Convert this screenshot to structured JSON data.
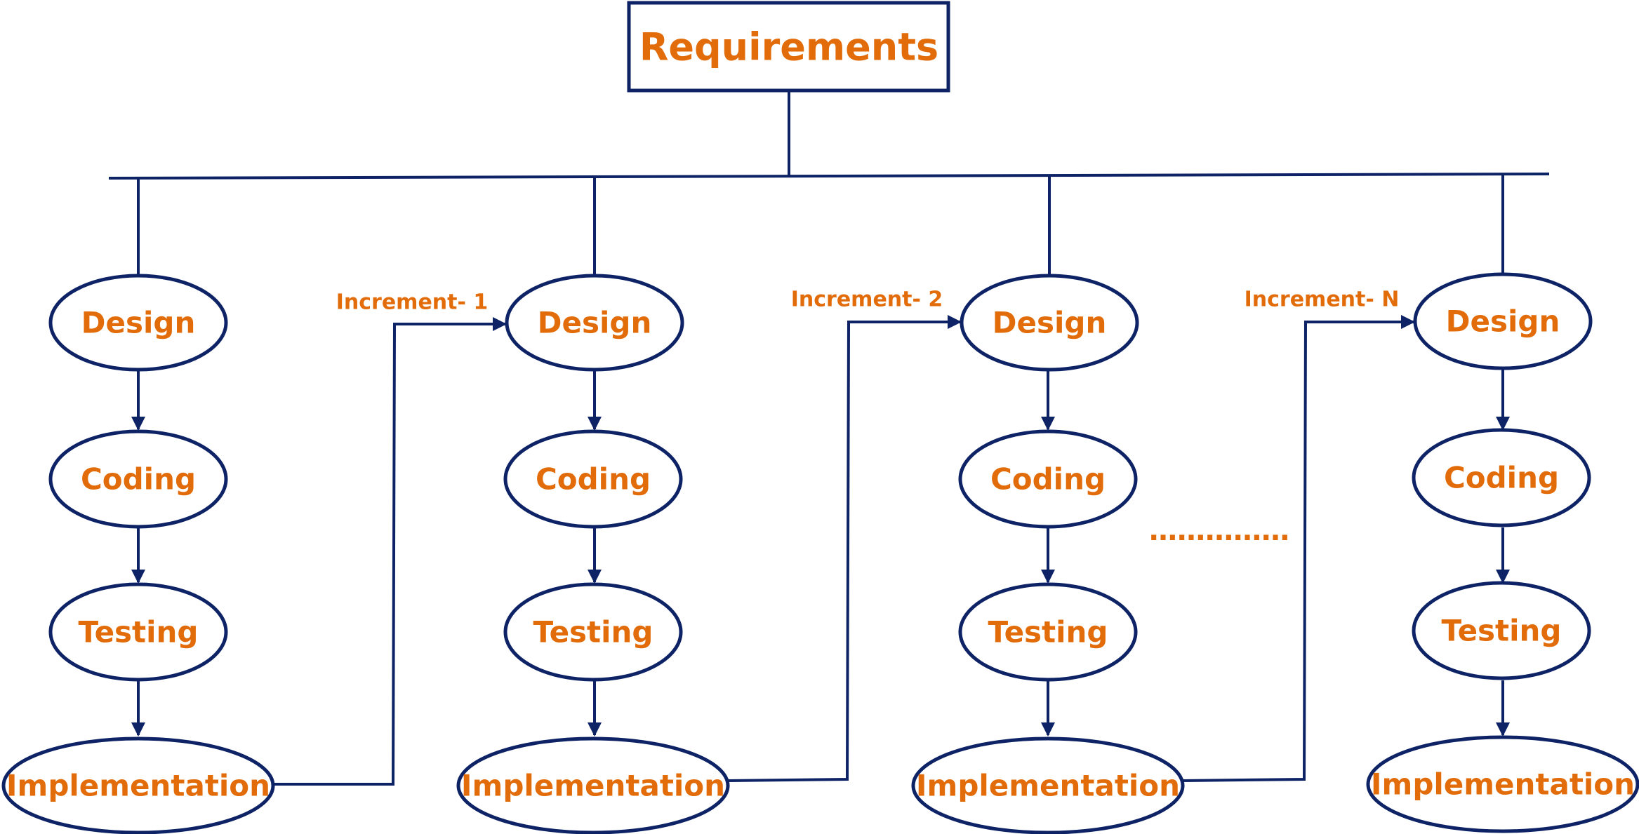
{
  "colors": {
    "line": "#0E2366",
    "text": "#E36C0A",
    "background": "#FFFFFF"
  },
  "root": {
    "label": "Requirements"
  },
  "columns": [
    {
      "stages": [
        "Design",
        "Coding",
        "Testing",
        "Implementation"
      ]
    },
    {
      "stages": [
        "Design",
        "Coding",
        "Testing",
        "Implementation"
      ]
    },
    {
      "stages": [
        "Design",
        "Coding",
        "Testing",
        "Implementation"
      ]
    },
    {
      "stages": [
        "Design",
        "Coding",
        "Testing",
        "Implementation"
      ]
    }
  ],
  "increments": [
    "Increment- 1",
    "Increment- 2",
    "Increment- N"
  ],
  "ellipsis": "……………"
}
